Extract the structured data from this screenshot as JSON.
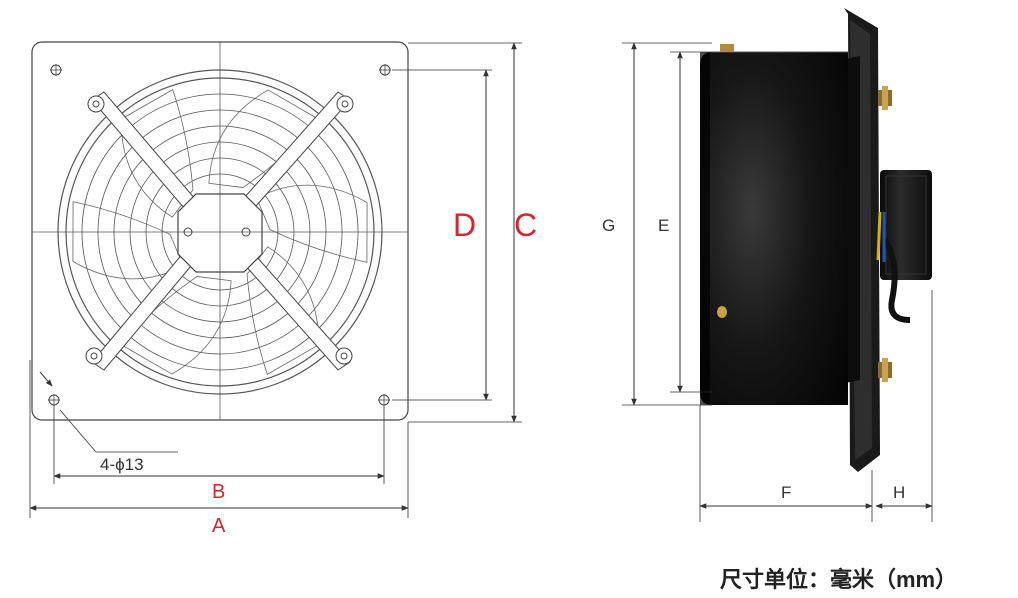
{
  "front_view": {
    "hole_note": "4-ϕ13",
    "dim_a": "A",
    "dim_b": "B",
    "dim_c": "C",
    "dim_d": "D"
  },
  "side_view": {
    "dim_e": "E",
    "dim_f": "F",
    "dim_g": "G",
    "dim_h": "H"
  },
  "unit_note": "尺寸单位：毫米（mm）",
  "colors": {
    "line": "#333333",
    "red_label": "#d9252a",
    "motor_body": "#111111",
    "frame": "#1a1a1a"
  }
}
